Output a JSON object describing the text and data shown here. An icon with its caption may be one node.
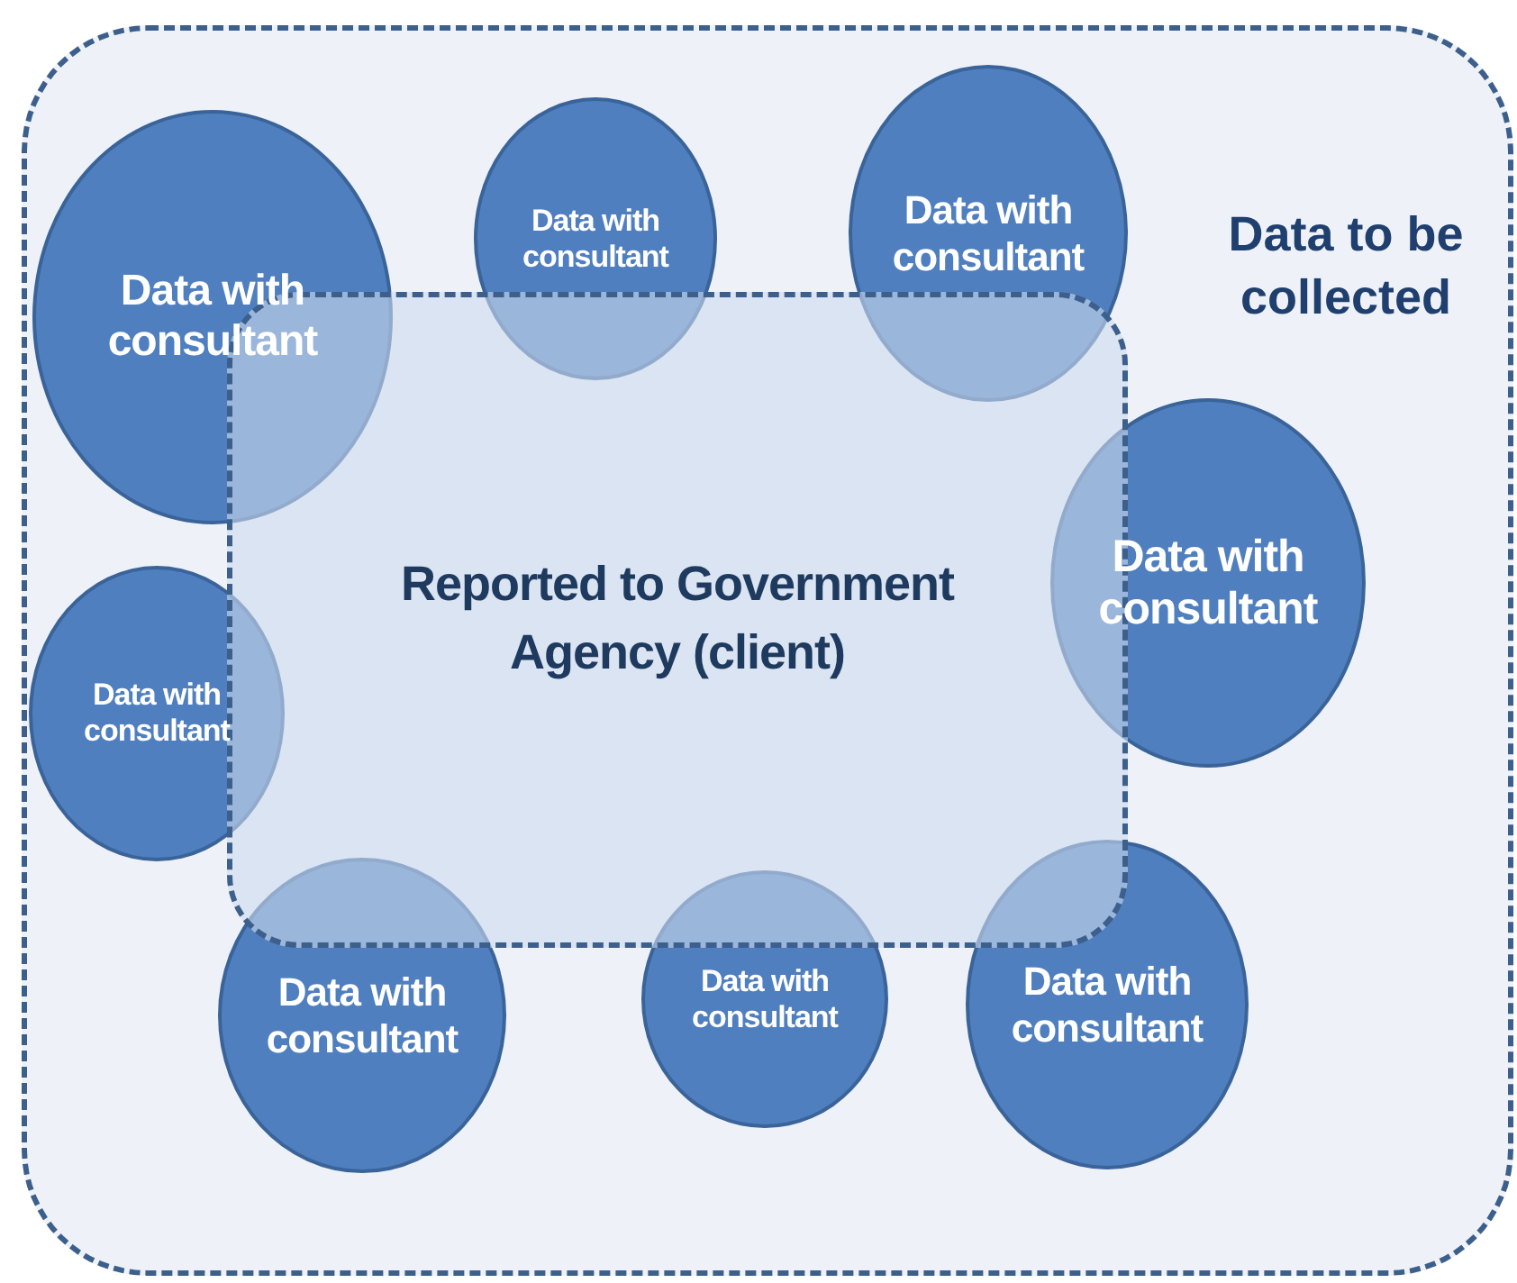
{
  "diagram": {
    "nodes": [
      {
        "text": [
          "Data to be collected"
        ]
      },
      {
        "text": [
          "Data with consultant"
        ],
        "in": 0
      },
      {
        "text": [
          "Data with consultant"
        ],
        "in": 0
      },
      {
        "text": [
          "Data with consultant"
        ],
        "in": 0
      },
      {
        "text": [
          "Reported to Government Agency (client)"
        ],
        "in": 0
      },
      {
        "text": [
          "Data with consultant"
        ],
        "in": 0
      },
      {
        "text": [
          "Data with consultant"
        ],
        "in": 0
      },
      {
        "text": [
          "Data with consultant"
        ],
        "in": 0
      },
      {
        "text": [
          "Data with consultant"
        ],
        "in": 0
      },
      {
        "text": [
          "Data with consultant"
        ],
        "in": 0
      }
    ]
  }
}
